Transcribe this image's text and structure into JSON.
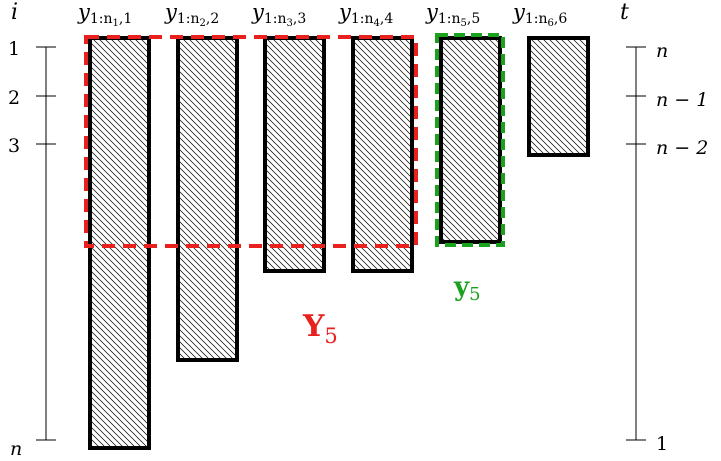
{
  "axes": {
    "left_title": "i",
    "left_ticks": [
      "1",
      "2",
      "3",
      "n"
    ],
    "right_title": "t",
    "right_ticks": [
      "n",
      "n − 1",
      "n − 2",
      "1"
    ]
  },
  "columns": [
    {
      "label": "y",
      "sub": "1:n",
      "subsub": "1",
      "idx": ",1"
    },
    {
      "label": "y",
      "sub": "1:n",
      "subsub": "2",
      "idx": ",2"
    },
    {
      "label": "y",
      "sub": "1:n",
      "subsub": "3",
      "idx": ",3"
    },
    {
      "label": "y",
      "sub": "1:n",
      "subsub": "4",
      "idx": ",4"
    },
    {
      "label": "y",
      "sub": "1:n",
      "subsub": "5",
      "idx": ",5"
    },
    {
      "label": "y",
      "sub": "1:n",
      "subsub": "6",
      "idx": ",6"
    }
  ],
  "annotations": {
    "matrix_label": "Y",
    "matrix_sub": "5",
    "matrix_color": "#e8201e",
    "vector_label": "y",
    "vector_sub": "5",
    "vector_color": "#1ca11c"
  }
}
